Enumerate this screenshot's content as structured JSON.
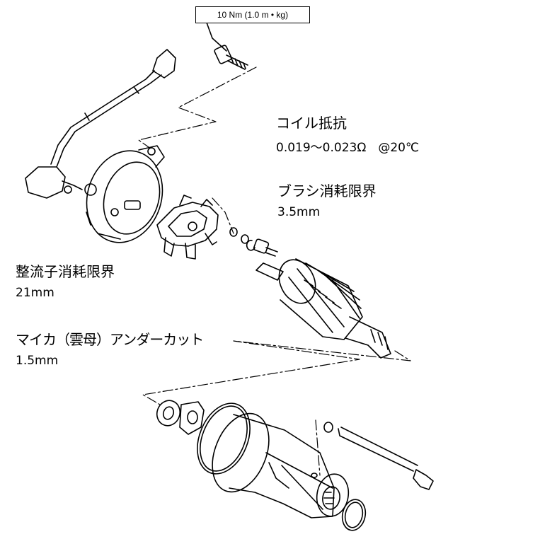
{
  "torque_label": "10 Nm (1.0 m • kg)",
  "coil": {
    "title": "コイル抵抗",
    "value": "0.019～0.023Ω　@20℃"
  },
  "brush": {
    "title": "ブラシ消耗限界",
    "value": "3.5mm"
  },
  "commutator": {
    "title": "整流子消耗限界",
    "value": "21mm"
  },
  "mica": {
    "title": "マイカ（雲母）アンダーカット",
    "value": "1.5mm"
  }
}
